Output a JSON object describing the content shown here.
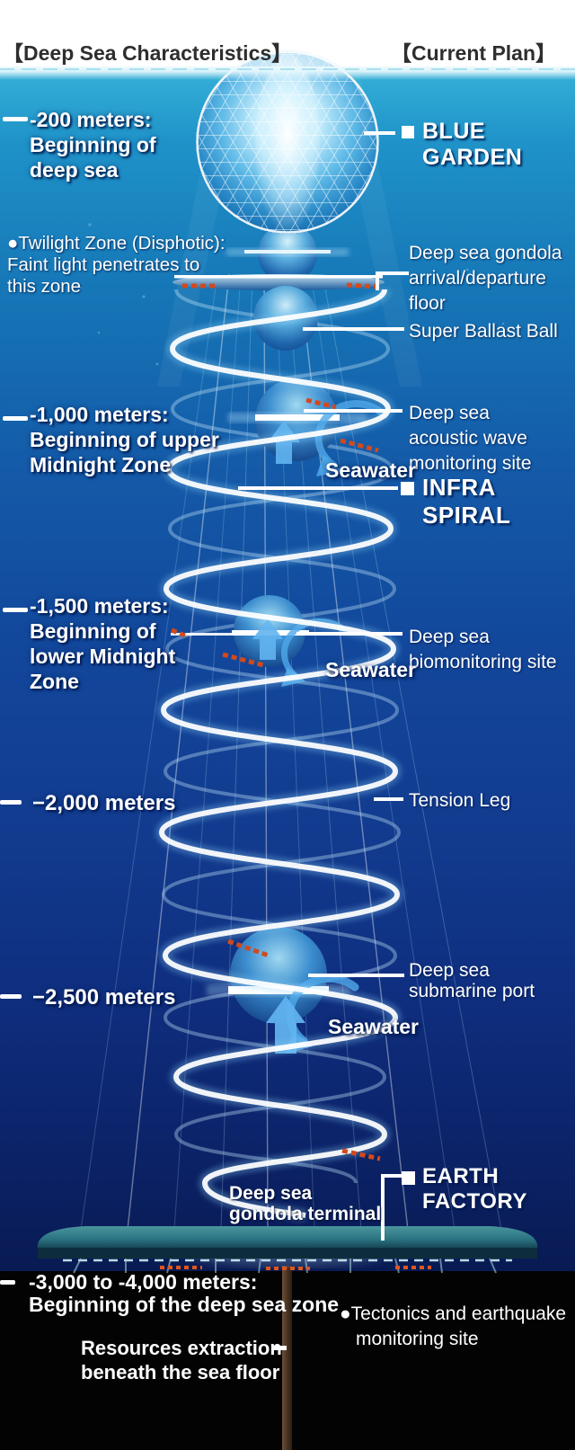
{
  "header": {
    "left_title": "【Deep Sea Characteristics】",
    "right_title": "【Current Plan】"
  },
  "depth_scale": {
    "m200": "-200 meters:\nBeginning of\ndeep sea",
    "twilight_note": "●Twilight Zone (Disphotic):\nFaint light penetrates to\nthis zone",
    "m1000": "-1,000 meters:\nBeginning of upper\nMidnight Zone",
    "m1500": "-1,500 meters:\nBeginning of\nlower Midnight\nZone",
    "m2000": "−2,000 meters",
    "m2500": "−2,500 meters"
  },
  "plan_labels": {
    "blue_garden": "BLUE GARDEN",
    "gondola_floor": "Deep sea gondola\narrival/departure\nfloor",
    "super_ballast_ball": "Super Ballast Ball",
    "acoustic_site": "Deep sea\nacoustic wave\nmonitoring site",
    "seawater_upper": "Seawater",
    "infra_spiral": "INFRA SPIRAL",
    "bio_site": "Deep sea\nbiomonitoring site",
    "seawater_mid": "Seawater",
    "tension_leg": "Tension Leg",
    "submarine_port": "Deep sea\nsubmarine port",
    "seawater_lower": "Seawater",
    "earth_factory": "EARTH FACTORY",
    "gondola_terminal": "Deep sea\ngondola terminal"
  },
  "seafloor": {
    "zone_label": "-3,000 to -4,000 meters:\nBeginning of the deep sea zone",
    "resources_label": "Resources extraction\nbeneath the sea floor",
    "tectonics_line1": "●Tectonics and earthquake",
    "tectonics_line2": "monitoring site"
  },
  "colors": {
    "sea_surface": "#35b1d8",
    "sea_deep": "#081a52",
    "seafloor_black": "#030303",
    "label_white": "#ffffff",
    "train_red": "#d4491b",
    "arrow_blue": "#5fb2ee",
    "platform_teal": "#2a7482",
    "header_text": "#2e2e2e"
  }
}
